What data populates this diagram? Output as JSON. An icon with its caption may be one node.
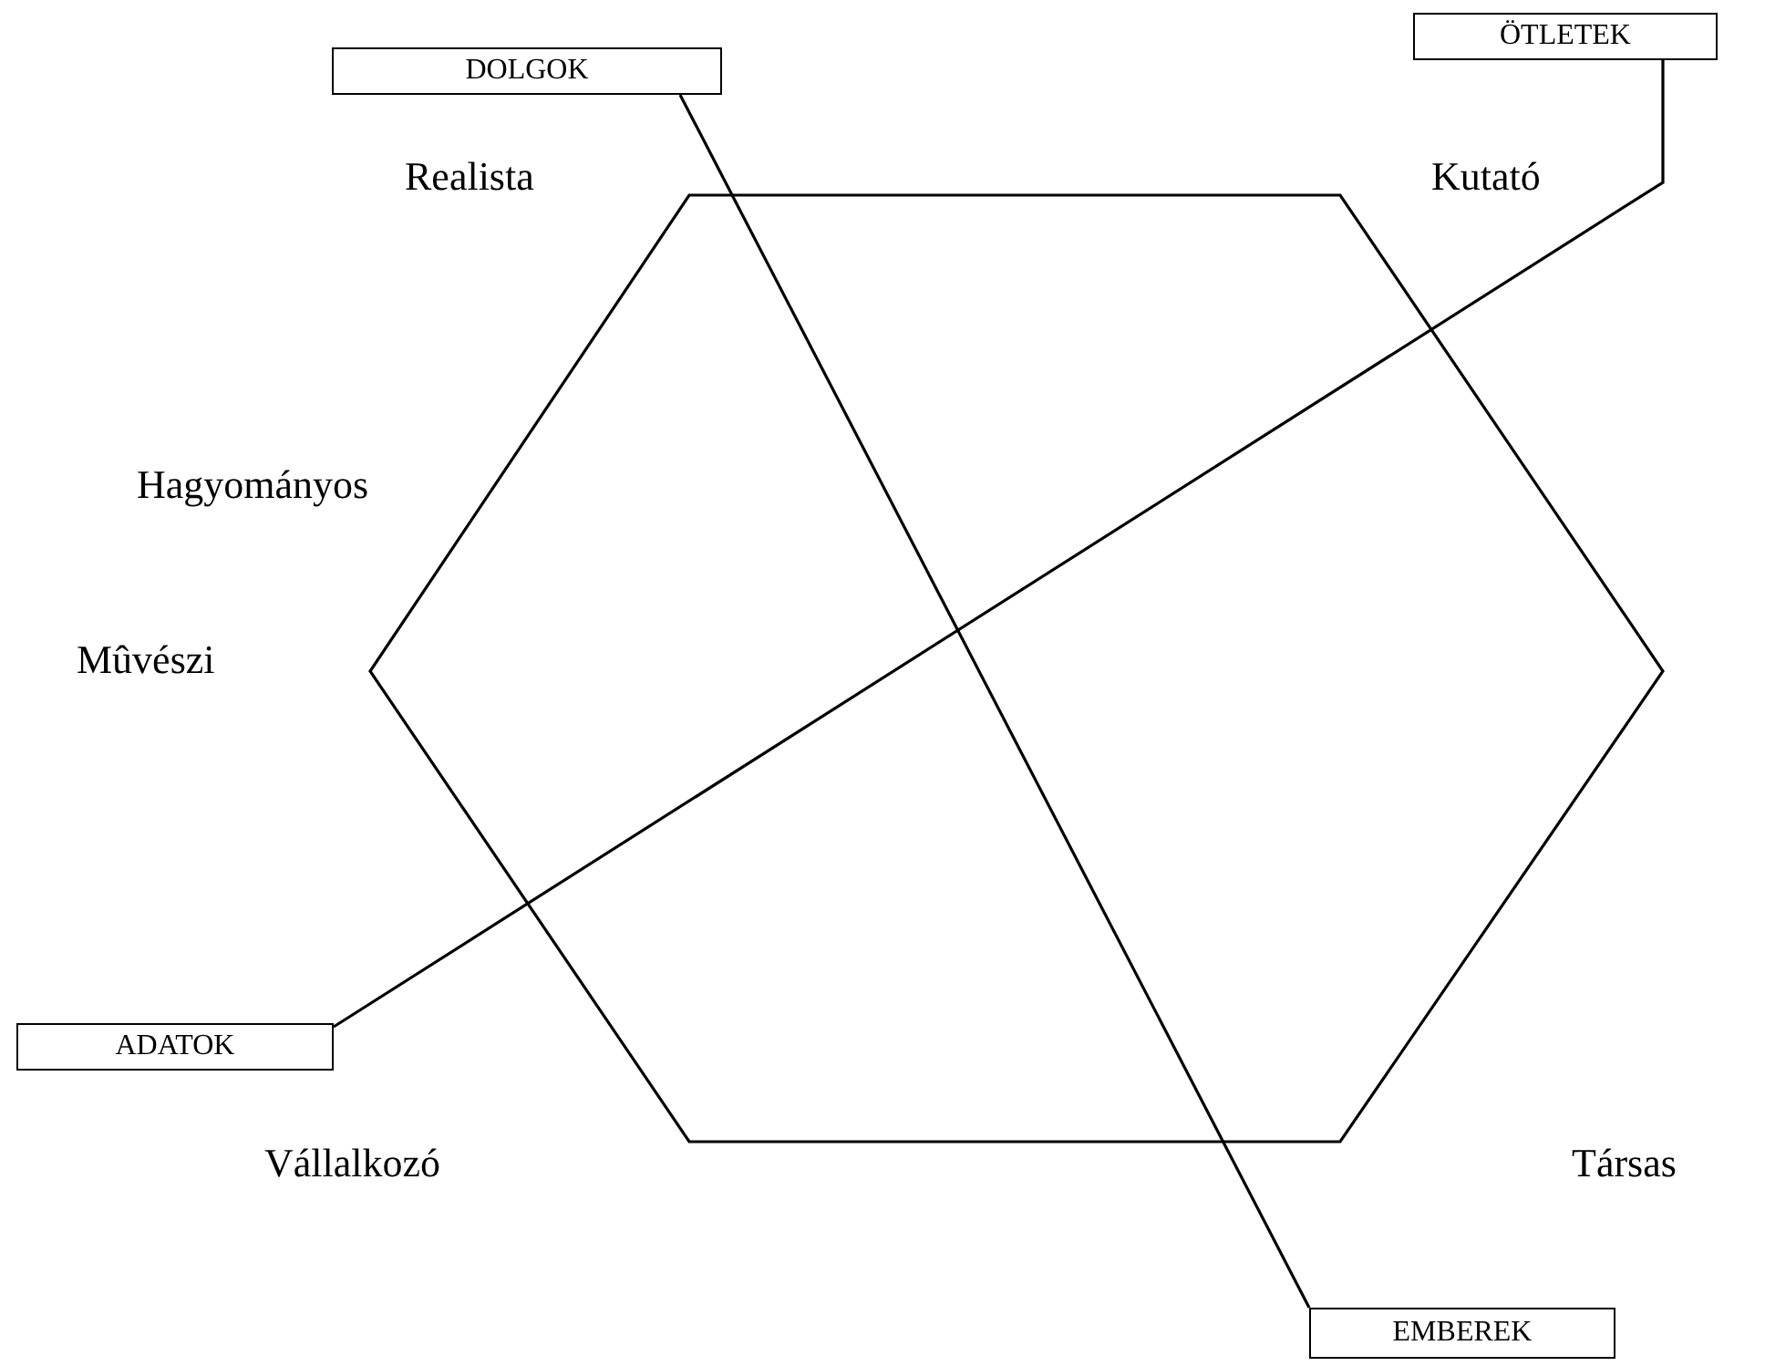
{
  "diagram": {
    "nodes": [
      {
        "text": [
          "DOLGOK"
        ]
      },
      {
        "text": [
          "ÖTLETEK"
        ]
      },
      {
        "text": [
          "ADATOK"
        ]
      },
      {
        "text": [
          "EMBEREK"
        ]
      }
    ],
    "edges": [
      {
        "from": 0,
        "to": 3,
        "arrow": "none"
      },
      {
        "from": 1,
        "to": 2,
        "arrow": "none"
      }
    ],
    "labels": [
      "Realista",
      "Kutató",
      "Hagyományos",
      "Mûvészi",
      "Vállalkozó",
      "Társas"
    ]
  }
}
